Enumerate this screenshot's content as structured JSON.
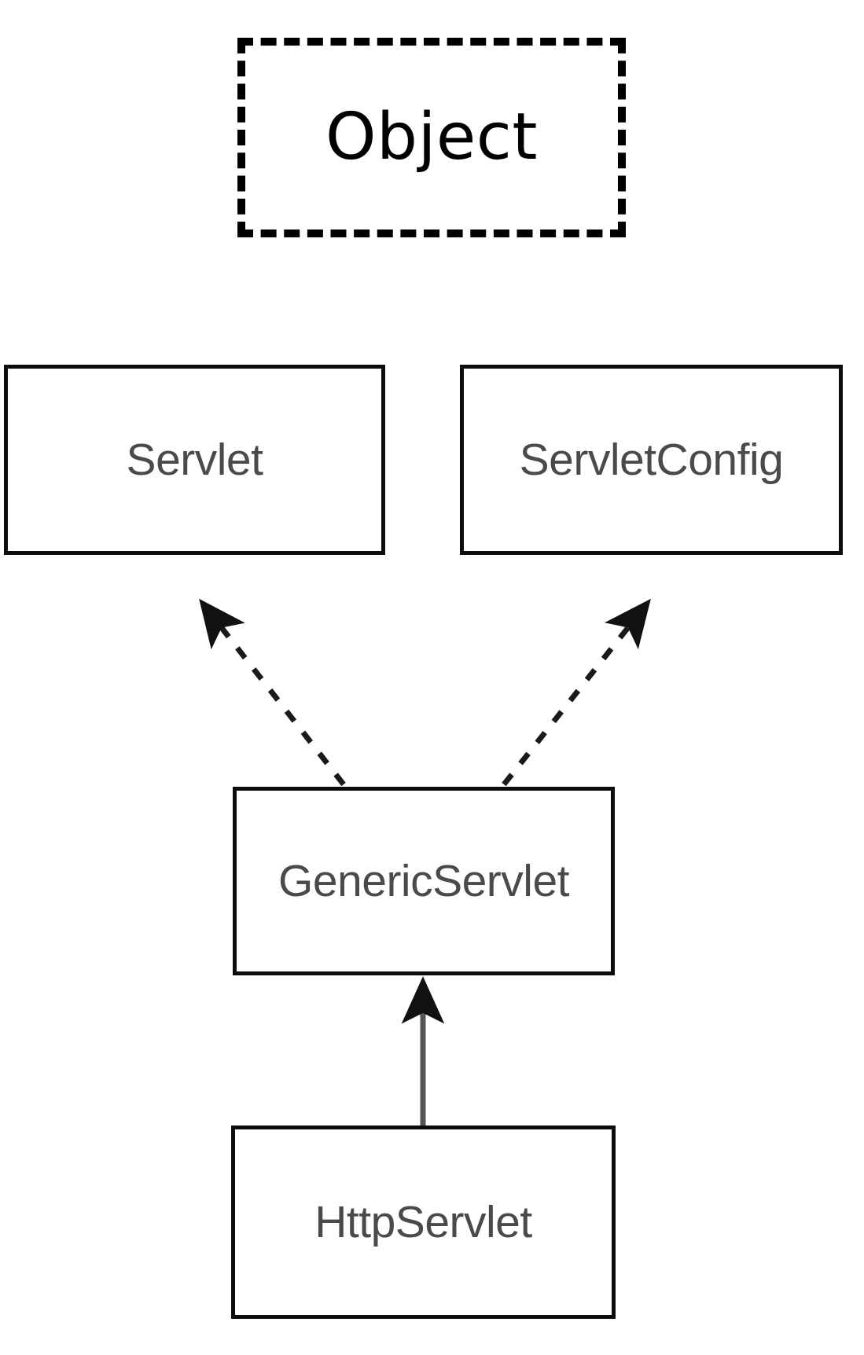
{
  "diagram": {
    "title_text": "Object",
    "type": "uml-class-hierarchy",
    "background_color": "#ffffff",
    "nodes": [
      {
        "id": "object",
        "label": "Object",
        "border_style": "dashed",
        "border_color": "#000000",
        "text_color": "#000000",
        "fill": "#ffffff"
      },
      {
        "id": "servlet",
        "label": "Servlet",
        "border_style": "solid",
        "border_color": "#0d0d0d",
        "text_color": "#4a4a4a",
        "fill": "#ffffff"
      },
      {
        "id": "servletconfig",
        "label": "ServletConfig",
        "border_style": "solid",
        "border_color": "#0d0d0d",
        "text_color": "#4a4a4a",
        "fill": "#ffffff"
      },
      {
        "id": "genericservlet",
        "label": "GenericServlet",
        "border_style": "solid",
        "border_color": "#0d0d0d",
        "text_color": "#4a4a4a",
        "fill": "#ffffff"
      },
      {
        "id": "httpservlet",
        "label": "HttpServlet",
        "border_style": "solid",
        "border_color": "#0d0d0d",
        "text_color": "#4a4a4a",
        "fill": "#ffffff"
      }
    ],
    "edges": [
      {
        "id": "edge-genericservlet-servlet",
        "from": "genericservlet",
        "to": "servlet",
        "line_style": "dashed",
        "arrowhead": "solid-filled",
        "relation": "implements"
      },
      {
        "id": "edge-genericservlet-servletconfig",
        "from": "genericservlet",
        "to": "servletconfig",
        "line_style": "dashed",
        "arrowhead": "solid-filled",
        "relation": "implements"
      },
      {
        "id": "edge-httpservlet-genericservlet",
        "from": "httpservlet",
        "to": "genericservlet",
        "line_style": "solid",
        "arrowhead": "solid-filled",
        "relation": "extends"
      }
    ]
  }
}
